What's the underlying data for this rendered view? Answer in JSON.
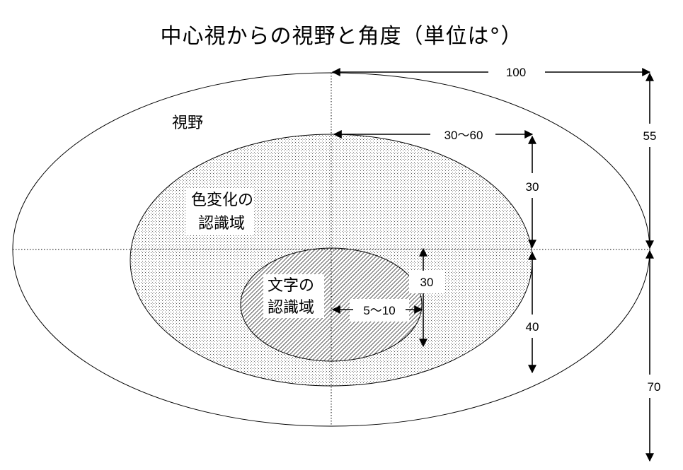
{
  "title": "中心視からの視野と角度（単位は°）",
  "regions": {
    "visual_field": "視野",
    "color_change": [
      "色変化の",
      "認識域"
    ],
    "text_recognition": [
      "文字の",
      "認識域"
    ]
  },
  "measurements": {
    "visual_field_horizontal": "100",
    "visual_field_up": "55",
    "visual_field_down": "70",
    "color_horizontal": "30〜60",
    "color_up": "30",
    "color_down": "40",
    "text_horizontal": "5〜10",
    "text_vertical": "30"
  },
  "colors": {
    "stroke": "#000000",
    "background": "#ffffff"
  }
}
